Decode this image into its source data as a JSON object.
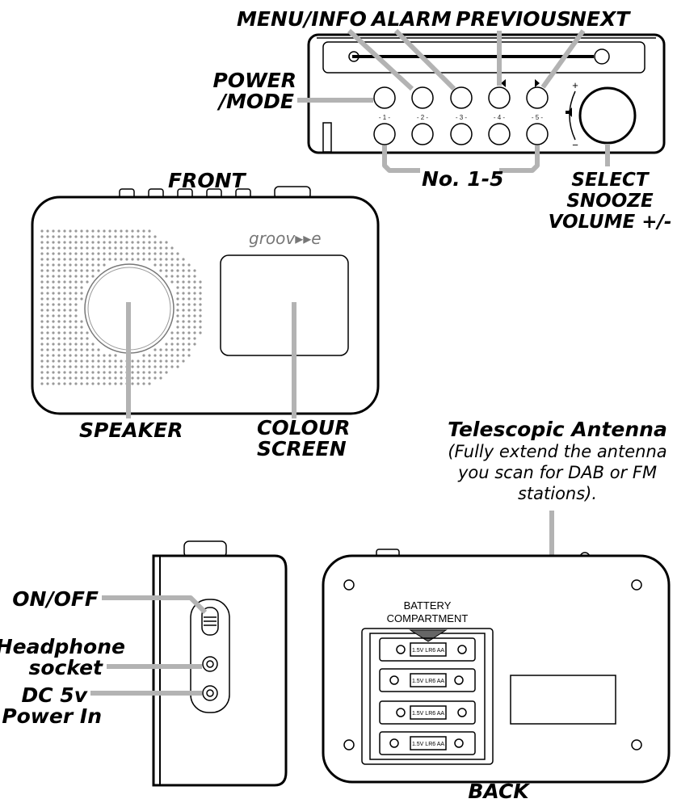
{
  "labels": {
    "menu_info": "MENU/INFO",
    "alarm": "ALARM",
    "previous": "PREVIOUS",
    "next": "NEXT",
    "power_mode_1": "POWER",
    "power_mode_2": "/MODE",
    "no_1_5": "No. 1-5",
    "select_1": "SELECT",
    "select_2": "SNOOZE",
    "select_3": "VOLUME +/-",
    "front": "FRONT",
    "speaker": "SPEAKER",
    "colour_1": "COLOUR",
    "colour_2": "SCREEN",
    "antenna_title": "Telescopic Antenna",
    "antenna_note_1": "(Fully extend the antenna",
    "antenna_note_2": "you scan for DAB or FM",
    "antenna_note_3": "stations).",
    "on_off": "ON/OFF",
    "headphone_1": "Headphone",
    "headphone_2": "socket",
    "dc_1": "DC 5v",
    "dc_2": "Power In",
    "back": "BACK",
    "battery_1": "BATTERY",
    "battery_2": "COMPARTMENT"
  },
  "brand": "groov▸▸e",
  "button_numbers": [
    "- 1 -",
    "- 2 -",
    "- 3 -",
    "- 4 -",
    "- 5 -"
  ],
  "battery_label": "1.5V LR6 AA",
  "volume_marks": {
    "plus": "+",
    "minus": "−"
  },
  "colors": {
    "leader": "#b3b3b3",
    "outline": "#000000",
    "speaker_dots": "#999999"
  }
}
